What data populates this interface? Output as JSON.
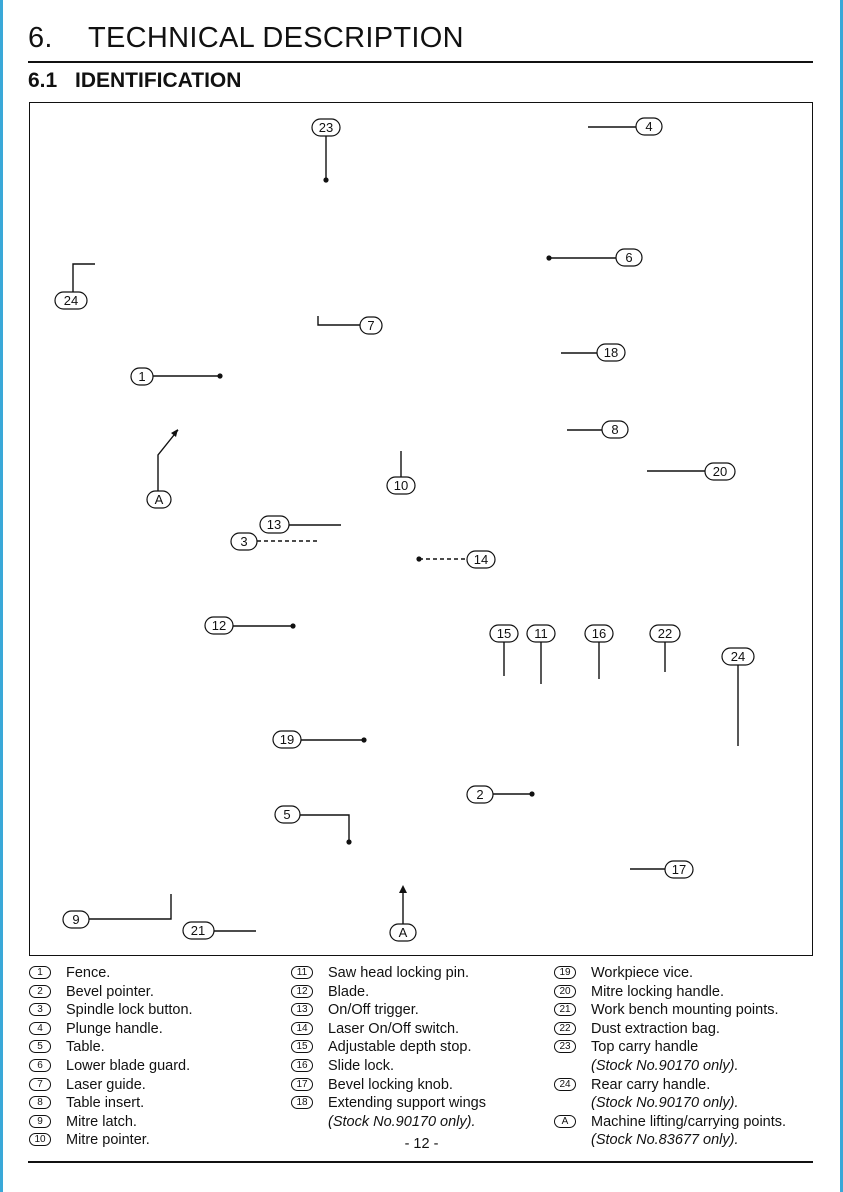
{
  "header": {
    "section_number": "6.",
    "section_title": "TECHNICAL DESCRIPTION",
    "subsection_number": "6.1",
    "subsection_title": "IDENTIFICATION"
  },
  "callouts": [
    "23",
    "4",
    "24",
    "6",
    "7",
    "18",
    "1",
    "8",
    "20",
    "10",
    "A",
    "13",
    "3",
    "14",
    "12",
    "15",
    "11",
    "16",
    "22",
    "24",
    "19",
    "2",
    "5",
    "17",
    "9",
    "21",
    "A"
  ],
  "legend": {
    "col1": [
      {
        "mark": "1",
        "text": "Fence."
      },
      {
        "mark": "2",
        "text": "Bevel pointer."
      },
      {
        "mark": "3",
        "text": "Spindle lock button."
      },
      {
        "mark": "4",
        "text": "Plunge handle."
      },
      {
        "mark": "5",
        "text": "Table."
      },
      {
        "mark": "6",
        "text": "Lower blade guard."
      },
      {
        "mark": "7",
        "text": "Laser guide."
      },
      {
        "mark": "8",
        "text": "Table insert."
      },
      {
        "mark": "9",
        "text": "Mitre latch."
      },
      {
        "mark": "10",
        "text": "Mitre pointer."
      }
    ],
    "col2": [
      {
        "mark": "11",
        "text": "Saw head locking pin."
      },
      {
        "mark": "12",
        "text": "Blade."
      },
      {
        "mark": "13",
        "text": "On/Off trigger."
      },
      {
        "mark": "14",
        "text": "Laser On/Off switch."
      },
      {
        "mark": "15",
        "text": "Adjustable depth stop."
      },
      {
        "mark": "16",
        "text": "Slide lock."
      },
      {
        "mark": "17",
        "text": "Bevel locking knob."
      },
      {
        "mark": "18",
        "text": "Extending support wings",
        "note": "(Stock No.90170 only)."
      }
    ],
    "col3": [
      {
        "mark": "19",
        "text": "Workpiece vice."
      },
      {
        "mark": "20",
        "text": "Mitre locking handle."
      },
      {
        "mark": "21",
        "text": "Work bench mounting points."
      },
      {
        "mark": "22",
        "text": "Dust extraction bag."
      },
      {
        "mark": "23",
        "text": "Top carry handle",
        "note": "(Stock No.90170 only)."
      },
      {
        "mark": "24",
        "text": "Rear carry handle.",
        "note": "(Stock No.90170 only)."
      },
      {
        "mark": "A",
        "text": "Machine lifting/carrying points.",
        "note": "(Stock No.83677 only)."
      }
    ]
  },
  "footer": {
    "page_number": "- 12 -"
  }
}
